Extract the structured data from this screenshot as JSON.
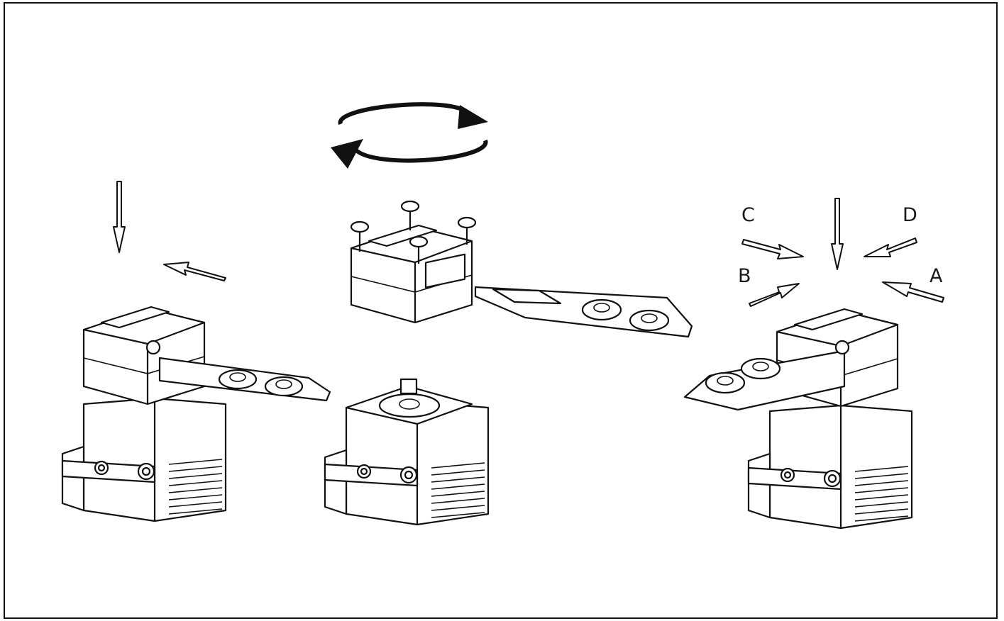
{
  "diagram": {
    "direction_labels": {
      "a": "A",
      "b": "B",
      "c": "C",
      "d": "D"
    },
    "icons": [
      "rotate-arrows-icon",
      "down-arrow-icon",
      "insert-arrow-icon"
    ],
    "colors": {
      "line": "#111111",
      "fill": "#ffffff"
    }
  }
}
